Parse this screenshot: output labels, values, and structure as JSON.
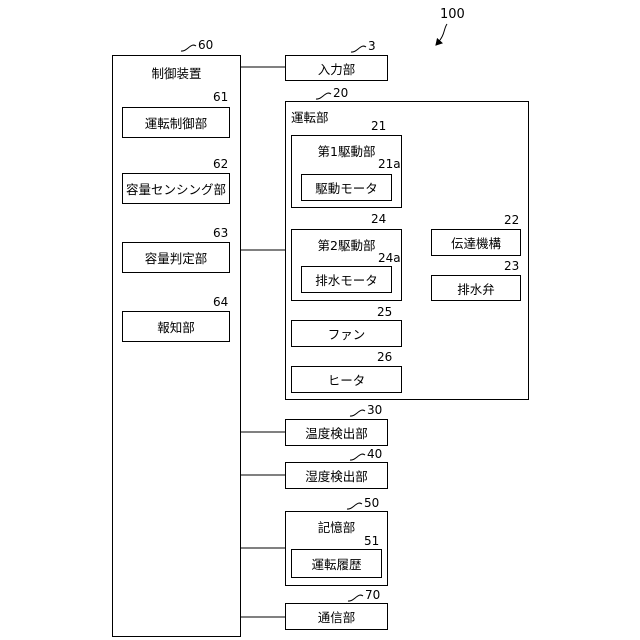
{
  "figure_ref": "100",
  "control_device": {
    "label": "制御装置",
    "ref": "60",
    "units": [
      {
        "label": "運転制御部",
        "ref": "61"
      },
      {
        "label": "容量センシング部",
        "ref": "62"
      },
      {
        "label": "容量判定部",
        "ref": "63"
      },
      {
        "label": "報知部",
        "ref": "64"
      }
    ]
  },
  "input_unit": {
    "label": "入力部",
    "ref": "3"
  },
  "operation_unit": {
    "label": "運転部",
    "ref": "20",
    "first_drive": {
      "label": "第1駆動部",
      "ref": "21",
      "motor": {
        "label": "駆動モータ",
        "ref": "21a"
      }
    },
    "second_drive": {
      "label": "第2駆動部",
      "ref": "24",
      "motor": {
        "label": "排水モータ",
        "ref": "24a"
      }
    },
    "fan": {
      "label": "ファン",
      "ref": "25"
    },
    "heater": {
      "label": "ヒータ",
      "ref": "26"
    }
  },
  "transmission": {
    "label": "伝達機構",
    "ref": "22"
  },
  "drain_valve": {
    "label": "排水弁",
    "ref": "23"
  },
  "temperature_detector": {
    "label": "温度検出部",
    "ref": "30"
  },
  "humidity_detector": {
    "label": "湿度検出部",
    "ref": "40"
  },
  "storage": {
    "label": "記憶部",
    "ref": "50",
    "history": {
      "label": "運転履歴",
      "ref": "51"
    }
  },
  "communication": {
    "label": "通信部",
    "ref": "70"
  }
}
